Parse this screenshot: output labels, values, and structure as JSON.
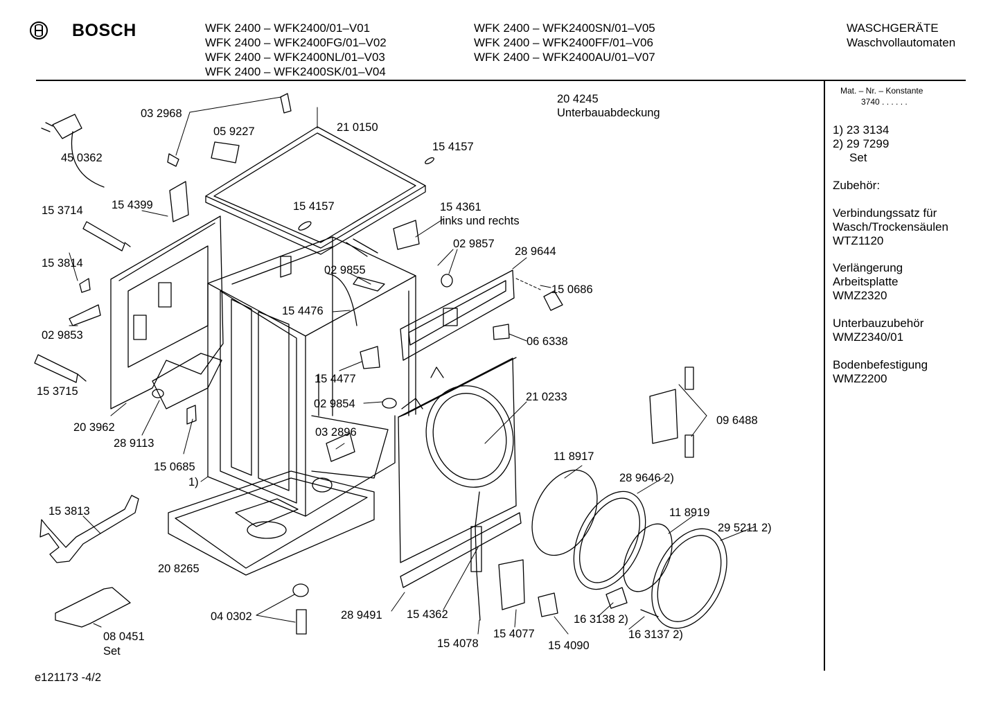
{
  "header": {
    "brand": "BOSCH",
    "models_col1": [
      "WFK 2400 – WFK2400/01–V01",
      "WFK 2400 – WFK2400FG/01–V02",
      "WFK 2400 – WFK2400NL/01–V03",
      "WFK 2400 – WFK2400SK/01–V04"
    ],
    "models_col2": [
      "WFK 2400 – WFK2400SN/01–V05",
      "WFK 2400 – WFK2400FF/01–V06",
      "WFK 2400 – WFK2400AU/01–V07"
    ],
    "category": "WASCHGERÄTE",
    "subcategory": "Waschvollautomaten"
  },
  "sidebar": {
    "mat_title": "Mat. – Nr. – Konstante",
    "mat_value": "3740  .  .  .  .  .  .",
    "notes": [
      "1)  23 3134",
      "2)  29 7299",
      "Set"
    ],
    "accessories_title": "Zubehör:",
    "accessories": [
      [
        "Verbindungssatz für",
        "Wasch/Trockensäulen",
        "WTZ1120"
      ],
      [
        "Verlängerung",
        "Arbeitsplatte",
        "WMZ2320"
      ],
      [
        "Unterbauzubehör",
        "WMZ2340/01"
      ],
      [
        "Bodenbefestigung",
        "WMZ2200"
      ]
    ]
  },
  "labels": {
    "p450362": "45 0362",
    "p032968": "03 2968",
    "p059227": "05 9227",
    "p210150": "21 0150",
    "p204245": "20 4245",
    "unterbau": "Unterbauabdeckung",
    "p154157a": "15 4157",
    "p154157b": "15 4157",
    "p154361": "15 4361",
    "links_rechts": "links und rechts",
    "p153714": "15 3714",
    "p154399": "15 4399",
    "p029857": "02 9857",
    "p289644": "28 9644",
    "p153814": "15 3814",
    "p029855": "02 9855",
    "p150686": "15 0686",
    "p154476": "15 4476",
    "p029853": "02 9853",
    "p066338": "06 6338",
    "p153715": "15 3715",
    "p154477": "15 4477",
    "p210233": "21 0233",
    "p029854": "02 9854",
    "p203962": "20 3962",
    "p289113": "28 9113",
    "p032896": "03 2896",
    "p096488": "09 6488",
    "p150685": "15 0685",
    "p118917": "11 8917",
    "one": "1)",
    "p2896462": "28 9646 2)",
    "p153813": "15 3813",
    "p118919": "11 8919",
    "p2952112": "29 5211 2)",
    "p208265": "20 8265",
    "p289491": "28 9491",
    "p154362": "15 4362",
    "p040302": "04 0302",
    "p1631382": "16 3138 2)",
    "p154077": "15 4077",
    "p1631372": "16 3137 2)",
    "p080451": "08 0451",
    "set": "Set",
    "p154078": "15 4078",
    "p154090": "15 4090"
  },
  "footer": {
    "drawing_id": "e121173 -4/2"
  }
}
